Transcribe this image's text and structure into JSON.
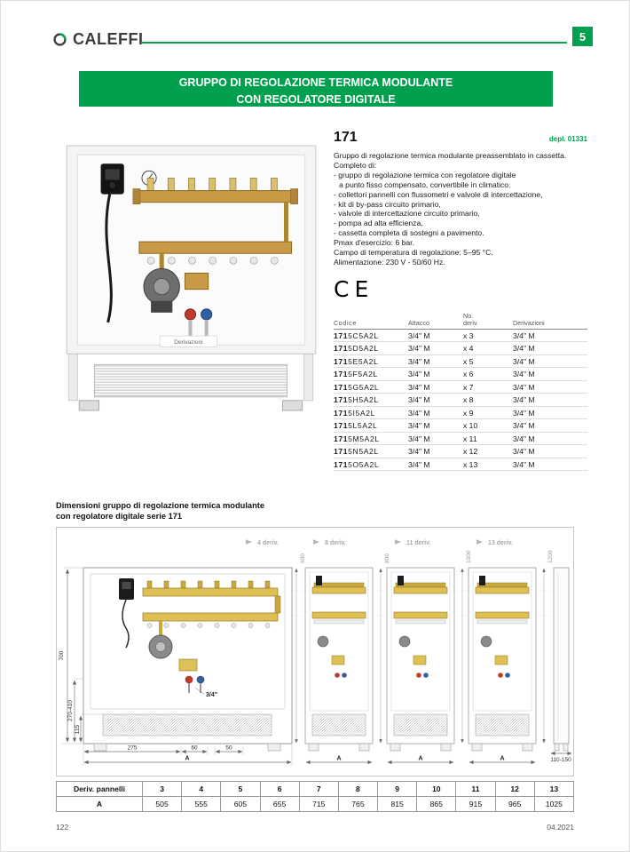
{
  "brand": {
    "logo_text": "CALEFFI",
    "page_tab": "5",
    "accent_color": "#00A04E"
  },
  "banner": {
    "line1": "GRUPPO DI REGOLAZIONE TERMICA MODULANTE",
    "line2": "CON REGOLATORE DIGITALE"
  },
  "product": {
    "code": "171",
    "depl": "depl. 01331",
    "intro": "Gruppo di regolazione termica modulante preassemblato in cassetta.",
    "completo": "Completo di:",
    "features": [
      "- gruppo di regolazione termica con regolatore digitale",
      "a punto fisso compensato, convertibile in climatico.",
      "- collettori pannelli con flussometri e valvole di intercettazione,",
      "- kit di by-pass circuito primario,",
      "- valvole di intercettazione circuito primario,",
      "- pompa ad alta efficienza,",
      "- cassetta completa di sostegni a pavimento."
    ],
    "specs": [
      "Pmax d'esercizio: 6 bar.",
      "Campo di temperatura di regolazione: 5–95 °C.",
      "Alimentazione: 230 V - 50/60 Hz."
    ],
    "ce_mark": "CE"
  },
  "photo": {
    "label": "Derivazioni"
  },
  "codes_table": {
    "header_codice": "Codice",
    "header_attacco": "Attacco",
    "header_no_line1": "No.",
    "header_no_line2": "deriv.",
    "header_derivazioni": "Derivazioni",
    "rows": [
      {
        "code_bold": "171",
        "code_rest": "5C5A2L",
        "attacco": "3/4\" M",
        "qty": "x 3",
        "derivazioni": "3/4\" M"
      },
      {
        "code_bold": "171",
        "code_rest": "5D5A2L",
        "attacco": "3/4\" M",
        "qty": "x 4",
        "derivazioni": "3/4\" M"
      },
      {
        "code_bold": "171",
        "code_rest": "5E5A2L",
        "attacco": "3/4\" M",
        "qty": "x 5",
        "derivazioni": "3/4\" M"
      },
      {
        "code_bold": "171",
        "code_rest": "5F5A2L",
        "attacco": "3/4\" M",
        "qty": "x 6",
        "derivazioni": "3/4\" M"
      },
      {
        "code_bold": "171",
        "code_rest": "5G5A2L",
        "attacco": "3/4\" M",
        "qty": "x 7",
        "derivazioni": "3/4\" M"
      },
      {
        "code_bold": "171",
        "code_rest": "5H5A2L",
        "attacco": "3/4\" M",
        "qty": "x 8",
        "derivazioni": "3/4\" M"
      },
      {
        "code_bold": "171",
        "code_rest": "5I5A2L",
        "attacco": "3/4\" M",
        "qty": "x 9",
        "derivazioni": "3/4\" M"
      },
      {
        "code_bold": "171",
        "code_rest": "5L5A2L",
        "attacco": "3/4\" M",
        "qty": "x 10",
        "derivazioni": "3/4\" M"
      },
      {
        "code_bold": "171",
        "code_rest": "5M5A2L",
        "attacco": "3/4\" M",
        "qty": "x 11",
        "derivazioni": "3/4\" M"
      },
      {
        "code_bold": "171",
        "code_rest": "5N5A2L",
        "attacco": "3/4\" M",
        "qty": "x 12",
        "derivazioni": "3/4\" M"
      },
      {
        "code_bold": "171",
        "code_rest": "5O5A2L",
        "attacco": "3/4\" M",
        "qty": "x 13",
        "derivazioni": "3/4\" M"
      }
    ]
  },
  "dimensions": {
    "heading1": "Dimensioni gruppo di regolazione termica modulante",
    "heading2": "con regolatore digitale serie 171",
    "drawing": {
      "deriv_labels": [
        "4 deriv.",
        "8 deriv.",
        "11 deriv.",
        "13 deriv."
      ],
      "height_labels": [
        "600",
        "800",
        "1000",
        "1200"
      ],
      "dims": {
        "total_height": "700",
        "lower_range": "270-410",
        "grille_height": "115",
        "left_width": "275",
        "pump_offset": "60",
        "valve_offset": "50",
        "overall_width": "A",
        "connection_size": "3/4\"",
        "depth_range": "110-150"
      }
    }
  },
  "dims_table": {
    "row1_label": "Deriv. pannelli",
    "row2_label": "A",
    "deriv_values": [
      "3",
      "4",
      "5",
      "6",
      "7",
      "8",
      "9",
      "10",
      "11",
      "12",
      "13"
    ],
    "a_values": [
      "505",
      "555",
      "605",
      "655",
      "715",
      "765",
      "815",
      "865",
      "915",
      "965",
      "1025"
    ]
  },
  "footer": {
    "page_number": "122",
    "date": "04.2021"
  }
}
